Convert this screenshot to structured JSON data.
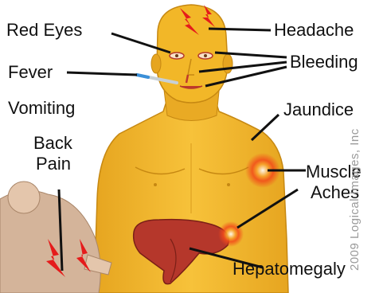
{
  "labels": {
    "red_eyes": "Red Eyes",
    "headache": "Headache",
    "fever": "Fever",
    "bleeding": "Bleeding",
    "vomiting": "Vomiting",
    "jaundice": "Jaundice",
    "back_pain_line1": "Back",
    "back_pain_line2": "Pain",
    "muscle_aches_line1": "Muscle",
    "muscle_aches_line2": "Aches",
    "hepatomegaly": "Hepatomegaly"
  },
  "watermark": "2009 Logical Images, Inc",
  "colors": {
    "skin": "#f2b728",
    "skin_shade": "#d99a1c",
    "liver": "#b5372b",
    "glow": "#f24a1a",
    "lightning": "#e51b1b",
    "line": "#111111",
    "inset_skin": "#d4b49a"
  }
}
